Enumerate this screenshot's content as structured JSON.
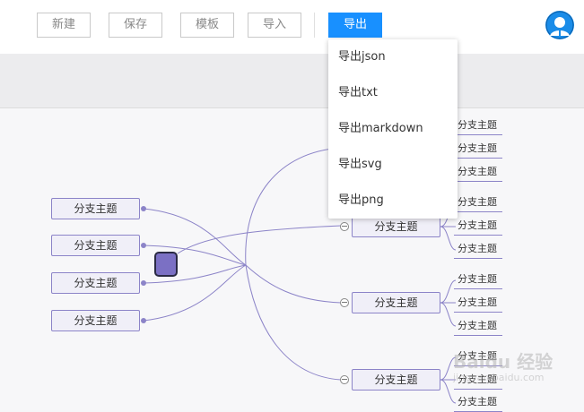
{
  "toolbar": {
    "new_label": "新建",
    "save_label": "保存",
    "template_label": "模板",
    "import_label": "导入",
    "export_label": "导出"
  },
  "export_menu": {
    "items": [
      "导出json",
      "导出txt",
      "导出markdown",
      "导出svg",
      "导出png"
    ]
  },
  "mindmap": {
    "left_branches": [
      "分支主题",
      "分支主题",
      "分支主题",
      "分支主题"
    ],
    "right_branches": [
      "分支主题",
      "分支主题",
      "分支主题"
    ],
    "leaves": [
      "分支主题",
      "分支主题",
      "分支主题",
      "分支主题",
      "分支主题",
      "分支主题",
      "分支主题",
      "分支主题",
      "分支主题",
      "分支主题",
      "分支主题",
      "分支主题"
    ]
  },
  "watermark": {
    "text": "Baidu 经验",
    "sub": "jingyan.baidu.com"
  },
  "colors": {
    "primary": "#1890ff",
    "line": "#8c84c8",
    "center": "#7b70c4"
  }
}
